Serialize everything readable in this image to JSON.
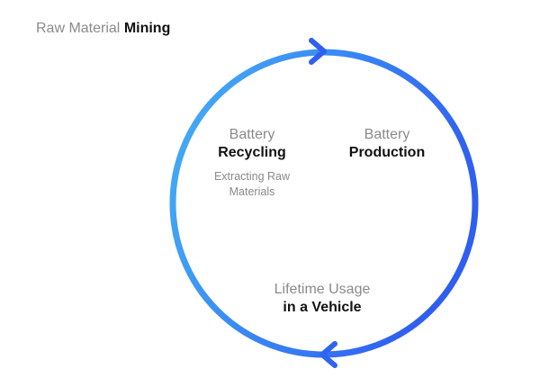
{
  "mining": {
    "prefix": "Raw Material",
    "emphasis": "Mining"
  },
  "recycling": {
    "line1": "Battery",
    "line2": "Recycling",
    "sub": "Extracting Raw Materials"
  },
  "production": {
    "line1": "Battery",
    "line2": "Production"
  },
  "usage": {
    "line1": "Lifetime Usage",
    "line2": "in a Vehicle"
  },
  "colors": {
    "gradient_start": "#45b1f5",
    "gradient_end": "#2f5ff0",
    "muted_text": "#8a8a8a",
    "strong_text": "#111111"
  }
}
